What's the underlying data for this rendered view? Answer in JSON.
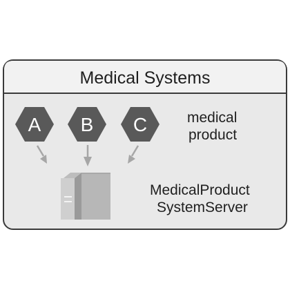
{
  "title": "Medical Systems",
  "products": [
    {
      "letter": "A"
    },
    {
      "letter": "B"
    },
    {
      "letter": "C"
    }
  ],
  "products_caption": [
    "medical",
    "product"
  ],
  "server_caption": [
    "MedicalProduct",
    "SystemServer"
  ],
  "icons": {
    "product": "hexagon-icon",
    "server": "server-tower-icon",
    "connector": "arrow-down-icon"
  },
  "colors": {
    "border": "#3a3a3a",
    "header_background": "#f2f2f2",
    "panel_background": "#e9e9e9",
    "hexagon_fill": "#595959",
    "arrow": "#a6a6a6",
    "server_front": "#cfcfcf",
    "server_side": "#9a9a9a",
    "text": "#1f1f1f"
  }
}
